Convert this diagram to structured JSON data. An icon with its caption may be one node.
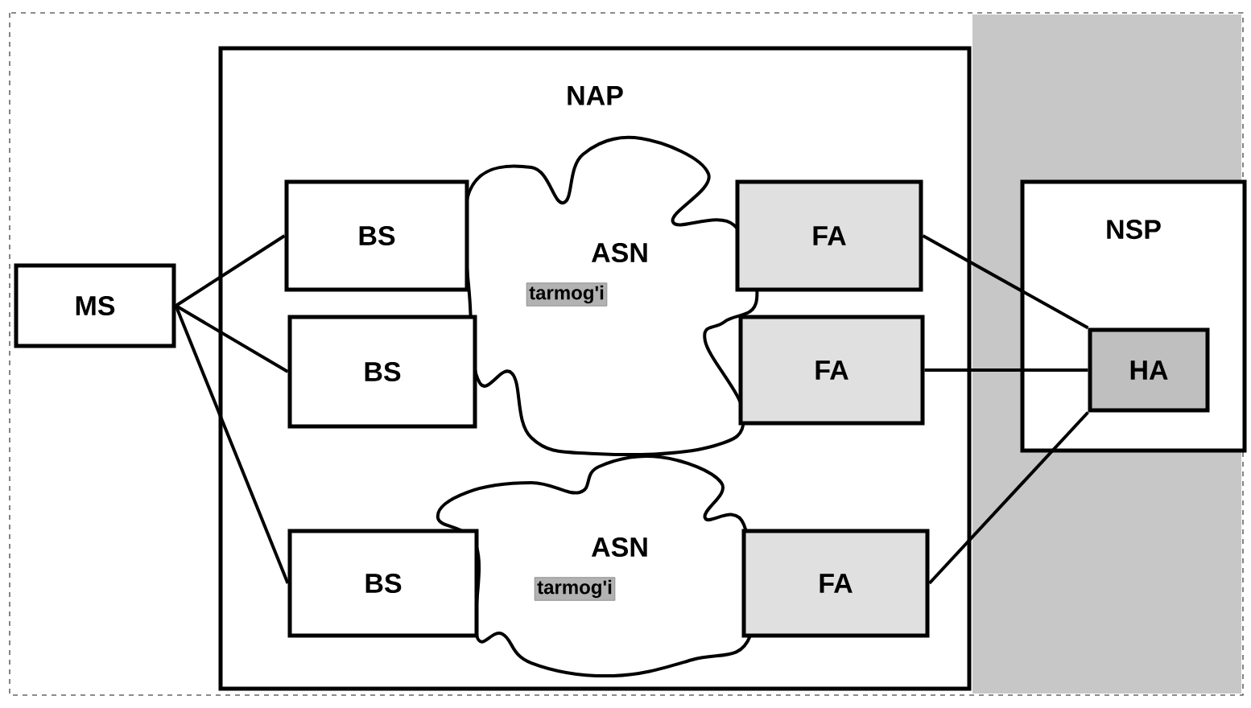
{
  "diagram": {
    "nodes": [
      {
        "text": [
          "NAP"
        ]
      },
      {
        "text": [
          "MS"
        ]
      },
      {
        "text": [
          "BS"
        ],
        "in": 0
      },
      {
        "text": [
          "ASN",
          "tarmog'i"
        ],
        "in": 0
      },
      {
        "text": [
          "FA"
        ],
        "in": 0
      },
      {
        "text": [
          "BS"
        ],
        "in": 0
      },
      {
        "text": [
          "FA"
        ],
        "in": 0
      },
      {
        "text": [
          "NSP"
        ]
      },
      {
        "text": [
          "HA"
        ],
        "in": 7
      },
      {
        "text": [
          "ASN",
          "tarmog'i"
        ],
        "in": 0
      },
      {
        "text": [
          "BS"
        ],
        "in": 0
      },
      {
        "text": [
          "FA"
        ],
        "in": 0
      }
    ],
    "edges": [
      {
        "from": 1,
        "to": 2,
        "arrow": "none"
      },
      {
        "from": 1,
        "to": 5,
        "arrow": "none"
      },
      {
        "from": 1,
        "to": 10,
        "arrow": "none"
      },
      {
        "from": 4,
        "to": 8,
        "arrow": "none"
      },
      {
        "from": 6,
        "to": 8,
        "arrow": "none"
      },
      {
        "from": 11,
        "to": 8,
        "arrow": "none"
      }
    ]
  }
}
